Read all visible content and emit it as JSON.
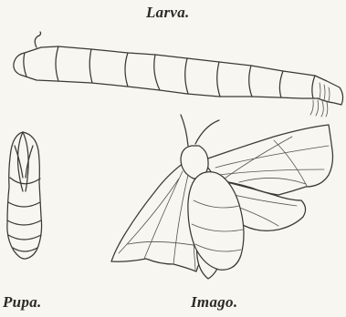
{
  "labels": {
    "larva": "Larva.",
    "pupa": "Pupa.",
    "imago": "Imago."
  },
  "colors": {
    "paper": "#f7f6f1",
    "ink": "#3a3934"
  }
}
